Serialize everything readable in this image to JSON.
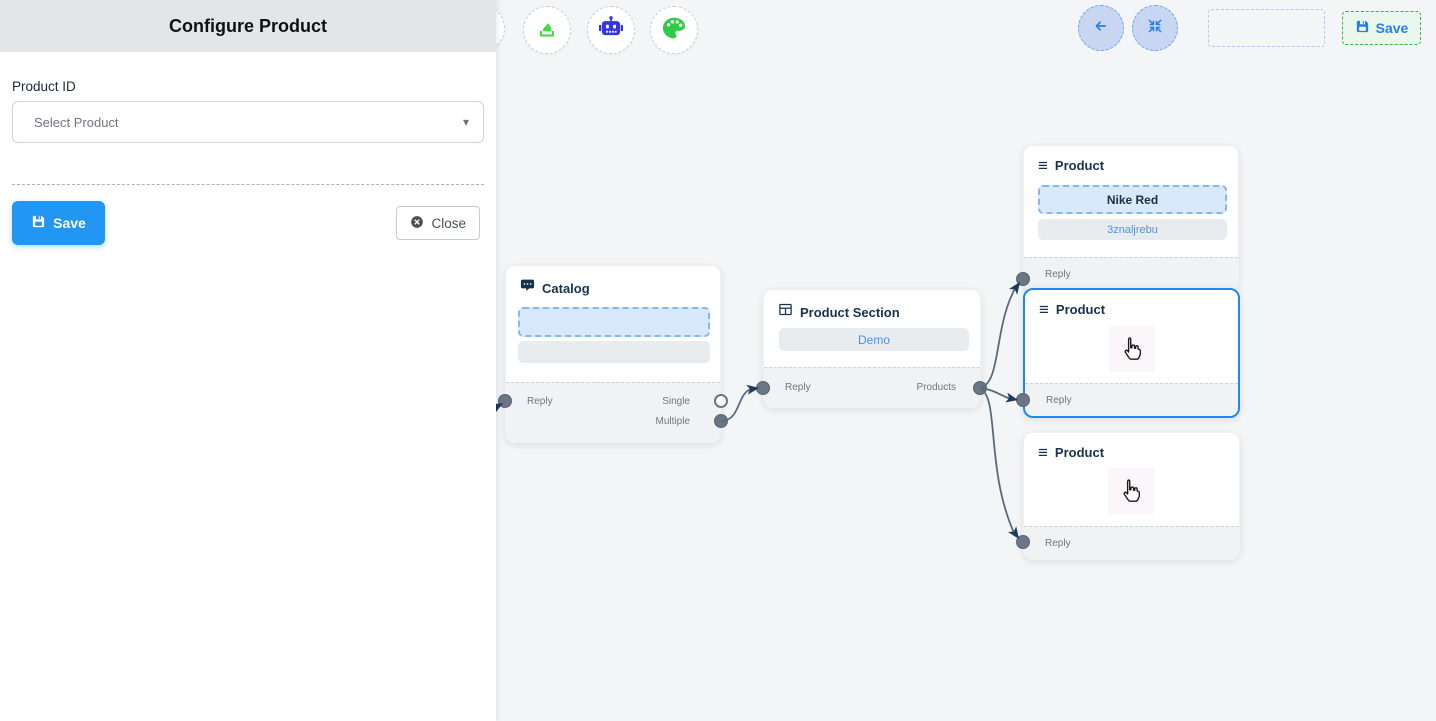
{
  "panel": {
    "title": "Configure Product",
    "product_id_label": "Product ID",
    "select_placeholder": "Select Product",
    "save_label": "Save",
    "close_label": "Close"
  },
  "topbar": {
    "save_label": "Save",
    "icons": [
      "stack-icon",
      "robot-icon",
      "palette-icon",
      "arrow-left-icon",
      "compress-icon"
    ]
  },
  "flow": {
    "catalog": {
      "title": "Catalog",
      "reply_label": "Reply",
      "single_label": "Single",
      "multiple_label": "Multiple"
    },
    "product_section": {
      "title": "Product Section",
      "body_label": "Demo",
      "reply_label": "Reply",
      "products_label": "Products"
    },
    "product_1": {
      "title": "Product",
      "product_name": "Nike Red",
      "retailer_id": "3znaljrebu",
      "reply_label": "Reply"
    },
    "product_2": {
      "title": "Product",
      "reply_label": "Reply"
    },
    "product_3": {
      "title": "Product",
      "reply_label": "Reply"
    }
  },
  "colors": {
    "accent_blue": "#2196f3",
    "canvas_bg": "#f4f5f7",
    "panel_header_bg": "#e3e5e8",
    "node_footer_bg": "#f0f2f4",
    "selected_border": "#1e88f0",
    "edge": "#5b6b7c",
    "arrowhead": "#1c3a5c",
    "handle": "#6b7684",
    "link_blue": "#4a90e2",
    "dashed_field_bg": "#d7e9fb",
    "dashed_field_border": "#85b8e8",
    "gray_field_bg": "#e9ecef",
    "green_save_border": "#2eb84d",
    "green_save_bg": "#e9f7ed",
    "icon_blue": "#2b7de9",
    "robot_blue": "#3336e3",
    "stack_green": "#3ddc3d",
    "palette_green": "#2ecc47",
    "node_title_navy": "#16324f"
  }
}
